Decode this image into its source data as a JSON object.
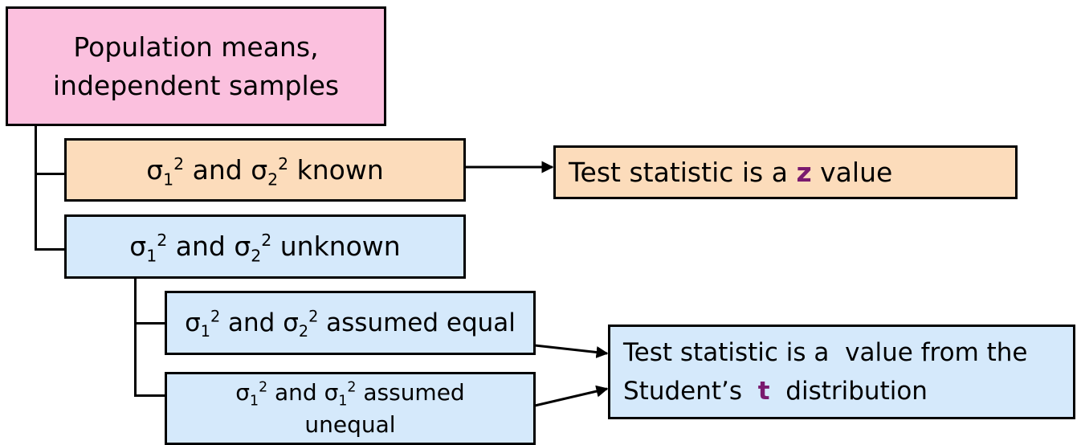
{
  "colors": {
    "root_fill": "#fbc0de",
    "known_fill": "#fcdcbb",
    "unknown_fill": "#d5e9fb",
    "accent_letter": "#7a1a6e",
    "line": "#000000"
  },
  "root": {
    "line1": "Population means,",
    "line2": "independent samples"
  },
  "known": {
    "sym_a": "σ",
    "sub_a": "1",
    "sup_a": "2",
    "and": " and ",
    "sym_b": "σ",
    "sub_b": "2",
    "sup_b": "2",
    "rest": " known"
  },
  "z_result": {
    "prefix": "Test statistic is a ",
    "letter": "z",
    "suffix": " value"
  },
  "unknown": {
    "sym_a": "σ",
    "sub_a": "1",
    "sup_a": "2",
    "and": " and ",
    "sym_b": "σ",
    "sub_b": "2",
    "sup_b": "2",
    "rest": " unknown"
  },
  "equal": {
    "sym_a": "σ",
    "sub_a": "1",
    "sup_a": "2",
    "and": " and ",
    "sym_b": "σ",
    "sub_b": "2",
    "sup_b": "2",
    "rest": " assumed equal"
  },
  "unequal": {
    "sym_a": "σ",
    "sub_a": "1",
    "sup_a": "2",
    "and": " and ",
    "sym_b": "σ",
    "sub_b": "1",
    "sup_b": "2",
    "rest": " assumed",
    "line2": "unequal"
  },
  "t_result": {
    "line1": "Test statistic is a  value from the",
    "line2_prefix": "Student’s  ",
    "letter": "t",
    "line2_suffix": "  distribution"
  }
}
